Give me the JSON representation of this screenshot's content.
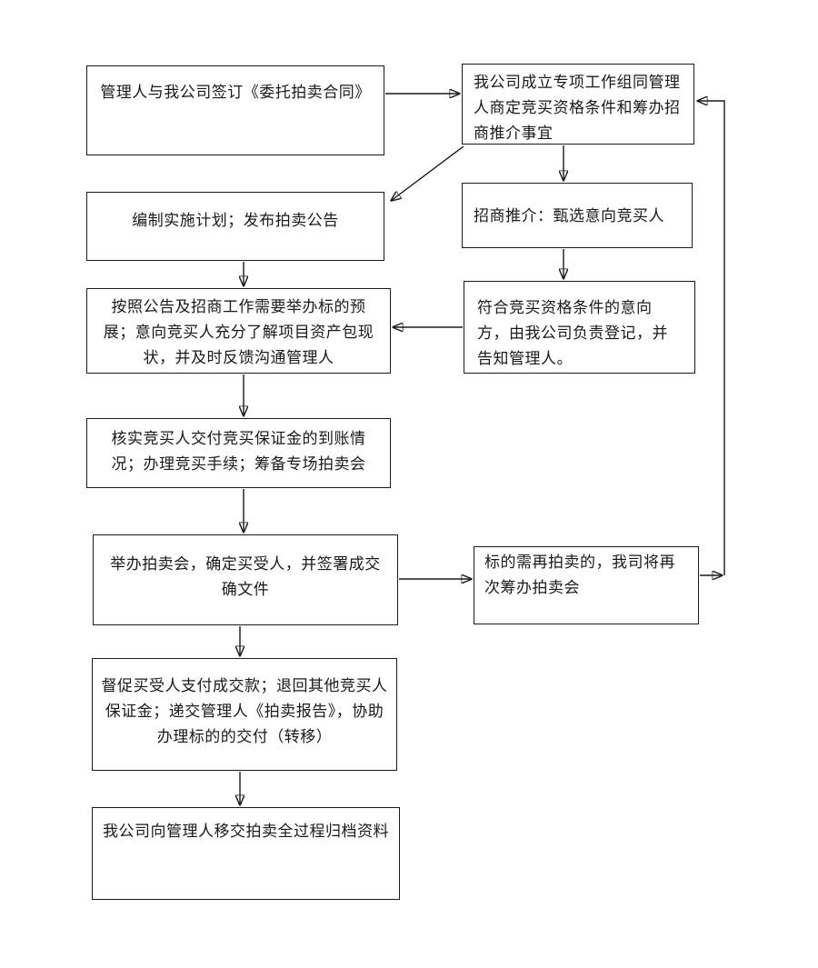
{
  "page": {
    "background": "#ffffff",
    "line_color": "#1a1a1a",
    "text_color": "#1a1a1a"
  },
  "flowchart": {
    "nodes": [
      {
        "id": "sign-contract",
        "text": "管理人与我公司签订《委托拍卖合同》"
      },
      {
        "id": "form-workgroup",
        "text": "我公司成立专项工作组同管理人商定竞买资格条件和筹办招商推介事宜"
      },
      {
        "id": "plan-announcement",
        "text": "编制实施计划；发布拍卖公告"
      },
      {
        "id": "promotion",
        "text": "招商推介：甄选意向竞买人"
      },
      {
        "id": "preview",
        "text": "按照公告及招商工作需要举办标的预展；意向竞买人充分了解项目资产包现状，并及时反馈沟通管理人"
      },
      {
        "id": "registration",
        "text": "符合竞买资格条件的意向方，由我公司负责登记，并告知管理人。"
      },
      {
        "id": "verify-deposit",
        "text": "核实竞买人交付竞买保证金的到账情况；办理竞买手续；筹备专场拍卖会"
      },
      {
        "id": "hold-auction",
        "text": "举办拍卖会，确定买受人，并签署成交确文件"
      },
      {
        "id": "re-auction",
        "text": "标的需再拍卖的，我司将再次筹办拍卖会"
      },
      {
        "id": "settlement",
        "text": "督促买受人支付成交款；退回其他竞买人保证金；递交管理人《拍卖报告》，协助办理标的的交付（转移）"
      },
      {
        "id": "archive",
        "text": "我公司向管理人移交拍卖全过程归档资料"
      }
    ],
    "edges": [
      {
        "from": "sign-contract",
        "to": "form-workgroup"
      },
      {
        "from": "form-workgroup",
        "to": "plan-announcement"
      },
      {
        "from": "form-workgroup",
        "to": "promotion"
      },
      {
        "from": "promotion",
        "to": "registration"
      },
      {
        "from": "registration",
        "to": "preview"
      },
      {
        "from": "plan-announcement",
        "to": "preview"
      },
      {
        "from": "preview",
        "to": "verify-deposit"
      },
      {
        "from": "verify-deposit",
        "to": "hold-auction"
      },
      {
        "from": "hold-auction",
        "to": "re-auction"
      },
      {
        "from": "hold-auction",
        "to": "settlement"
      },
      {
        "from": "re-auction",
        "to": "form-workgroup"
      },
      {
        "from": "settlement",
        "to": "archive"
      }
    ]
  }
}
